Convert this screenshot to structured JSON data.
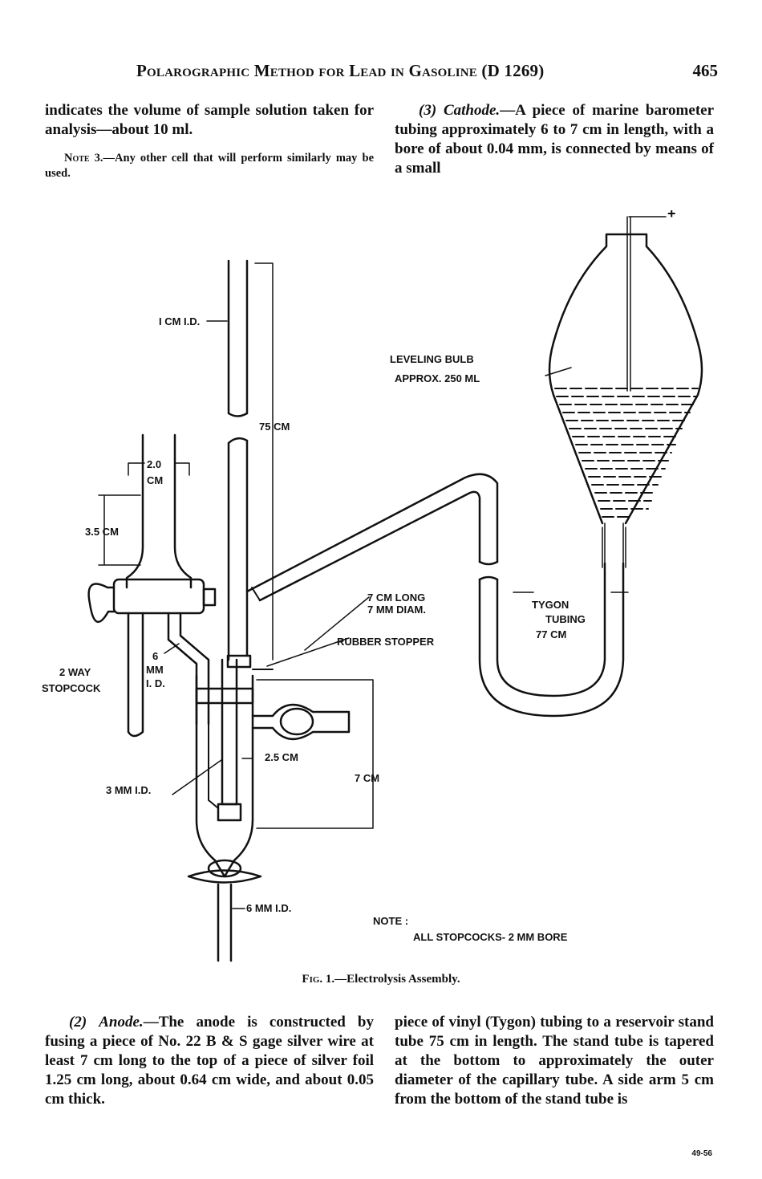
{
  "header": {
    "running_title": "Polarographic Method for Lead in Gasoline (D 1269)",
    "page_number": "465"
  },
  "left_column_top": {
    "paragraph": "indicates the volume of sample solution taken for analysis—about 10 ml.",
    "note_label": "Note 3.",
    "note_text": "—Any other cell that will perform similarly may be used."
  },
  "right_column_top": {
    "heading_number": "(3)",
    "heading_title": "Cathode.",
    "paragraph": "—A piece of marine barometer tubing approximately 6 to 7 cm in length, with a bore of about 0.04 mm, is connected by means of a small"
  },
  "figure": {
    "labels": {
      "plus": "+",
      "tube_id": "I CM I.D.",
      "tube_length": "75 CM",
      "funnel_width_a": "2.0",
      "funnel_width_b": "CM",
      "funnel_height": "3.5 CM",
      "stopcock_a": "2 WAY",
      "stopcock_b": "STOPCOCK",
      "side_id_a": "6",
      "side_id_b": "MM",
      "side_id_c": "I. D.",
      "bulb_a": "LEVELING BULB",
      "bulb_b": "APPROX. 250 ML",
      "capillary_a": "7 CM LONG",
      "capillary_b": "7 MM DIAM.",
      "stopper": "RUBBER STOPPER",
      "tygon_a": "TYGON",
      "tygon_b": "TUBING",
      "tygon_c": "77 CM",
      "cell_width": "2.5 CM",
      "cell_height": "7 CM",
      "inner_id": "3 MM I.D.",
      "outlet_id": "6 MM I.D.",
      "note_a": "NOTE :",
      "note_b": "ALL STOPCOCKS- 2 MM BORE"
    },
    "caption_prefix": "Fig. 1.",
    "caption_text": "—Electrolysis Assembly."
  },
  "left_column_bottom": {
    "heading_number": "(2)",
    "heading_title": "Anode.",
    "paragraph": "—The anode is constructed by fusing a piece of No. 22 B & S gage silver wire at least 7 cm long to the top of a piece of silver foil 1.25 cm long, about 0.64 cm wide, and about 0.05 cm thick."
  },
  "right_column_bottom": {
    "paragraph": "piece of vinyl (Tygon) tubing to a reservoir stand tube 75 cm in length. The stand tube is tapered at the bottom to approximately the outer diameter of the capillary tube. A side arm 5 cm from the bottom of the stand tube is"
  },
  "footer": {
    "code": "49-56"
  }
}
